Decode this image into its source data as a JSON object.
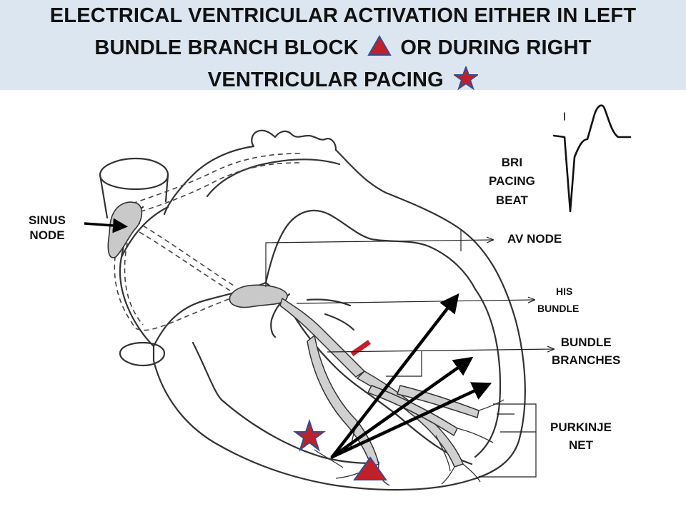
{
  "title": {
    "line1": "ELECTRICAL VENTRICULAR ACTIVATION EITHER IN LEFT",
    "line2a": "BUNDLE BRANCH BLOCK",
    "line2b": "OR DURING RIGHT",
    "line3": "VENTRICULAR PACING"
  },
  "labels": {
    "sinus_node": [
      "SINUS",
      "NODE"
    ],
    "av_node": "AV NODE",
    "his_bundle": [
      "HIS",
      "BUNDLE"
    ],
    "bundle_branches": [
      "BUNDLE",
      "BRANCHES"
    ],
    "purkinje_net": [
      "PURKINJE",
      "NET"
    ],
    "bri_pacing_beat": [
      "BRI",
      "PACING",
      "BEAT"
    ]
  },
  "colors": {
    "banner": "#dce6f1",
    "marker_red": "#c0202a",
    "marker_outline": "#3b4a8a",
    "line": "#333333"
  },
  "icons": {
    "lbbb_marker": "triangle",
    "pacing_marker": "star"
  }
}
